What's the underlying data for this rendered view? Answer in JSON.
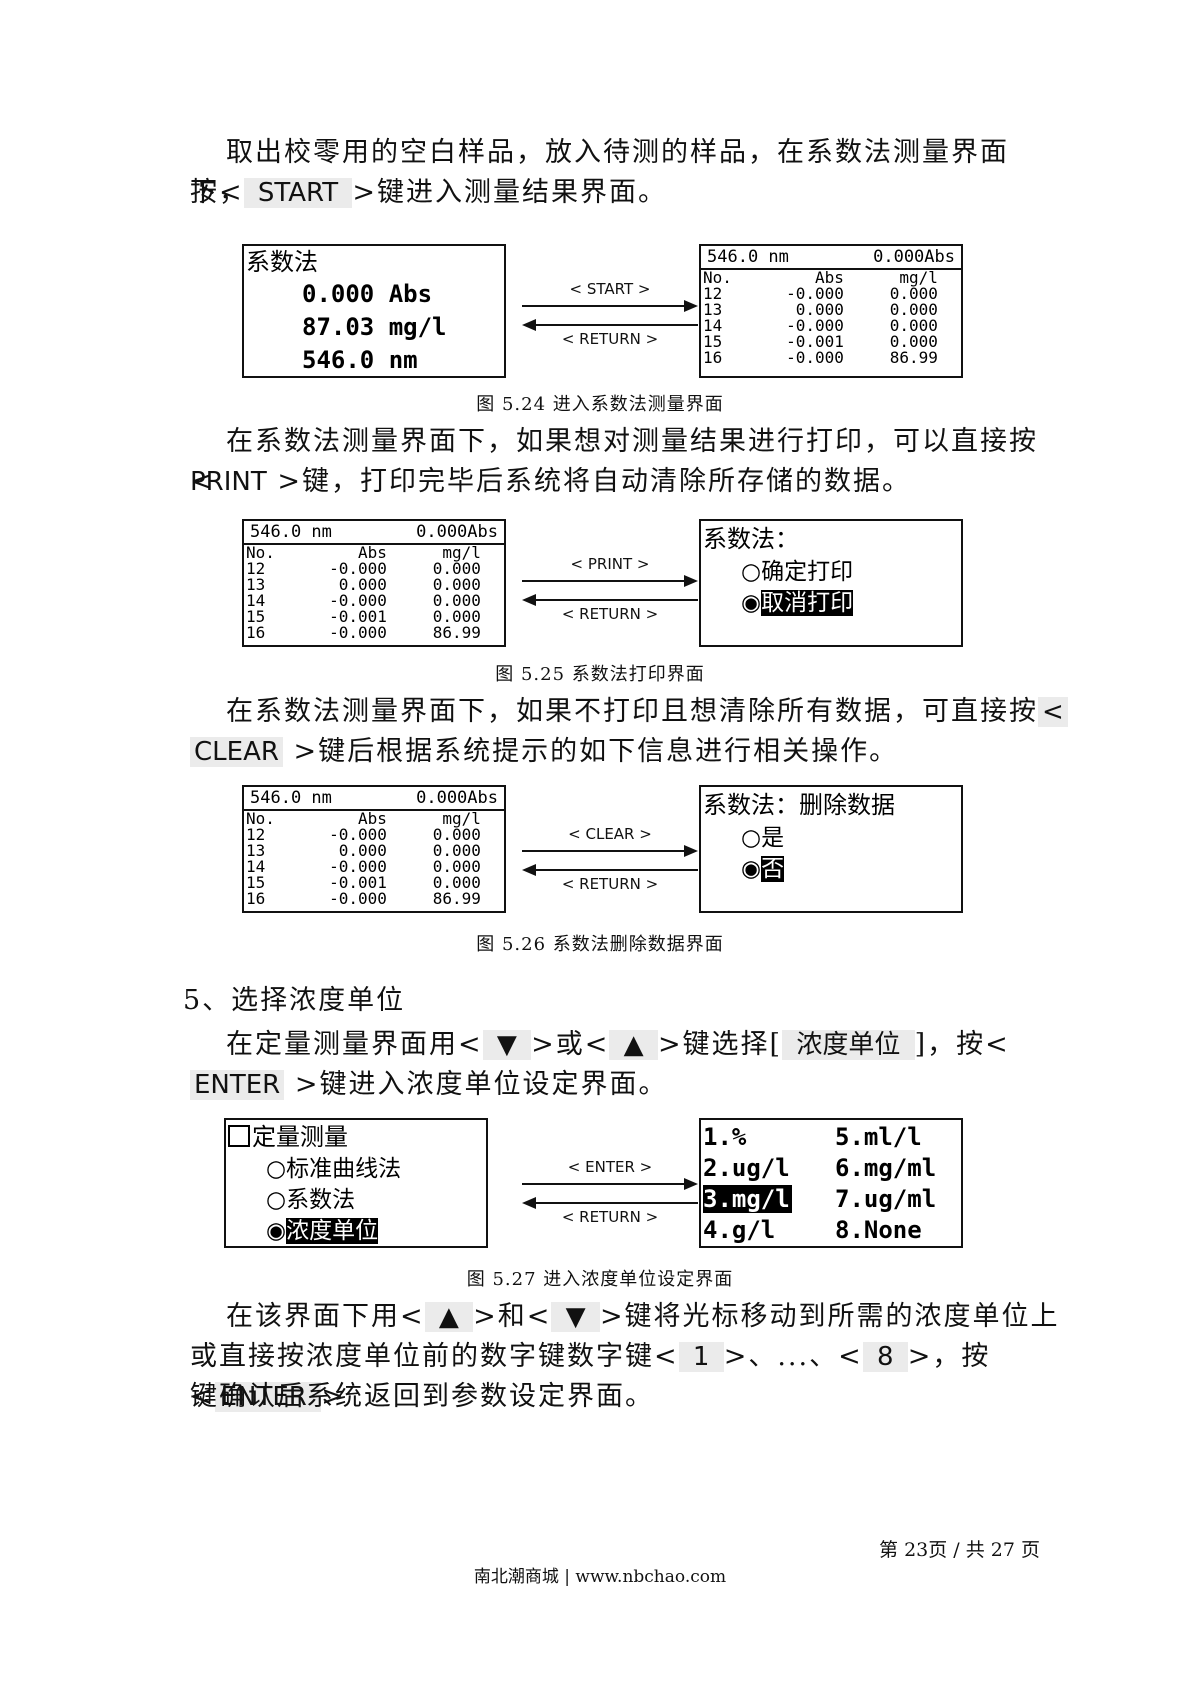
{
  "para1": {
    "line1": "取出校零用的空白样品，放入待测的样品，在系数法测量界面下，",
    "line2_pre": "按<",
    "line2_key": " START ",
    "line2_post": ">键进入测量结果界面。"
  },
  "fig24": {
    "left_title": "系数法",
    "left_abs": "0.000 Abs",
    "left_conc": "87.03 mg/l",
    "left_nm": "546.0 nm",
    "arrow_top": "< START >",
    "arrow_bottom": "< RETURN >",
    "caption": "图 5.24 进入系数法测量界面"
  },
  "result_table": {
    "header_left": "546.0 nm",
    "header_right": "0.000Abs",
    "col_no": "No.",
    "col_abs": "Abs",
    "col_unit": "mg/l",
    "rows": [
      {
        "no": "12",
        "abs": "-0.000",
        "val": "0.000"
      },
      {
        "no": "13",
        "abs": "0.000",
        "val": "0.000"
      },
      {
        "no": "14",
        "abs": "-0.000",
        "val": "0.000"
      },
      {
        "no": "15",
        "abs": "-0.001",
        "val": "0.000"
      },
      {
        "no": "16",
        "abs": "-0.000",
        "val": "86.99"
      }
    ]
  },
  "para2": {
    "line1": "在系数法测量界面下，如果想对测量结果进行打印，可以直接按<",
    "line2_key": "PRINT",
    "line2_post": " >键，打印完毕后系统将自动清除所存储的数据。"
  },
  "fig25": {
    "arrow_top": "< PRINT >",
    "arrow_bottom": "< RETURN >",
    "right_title": "系数法：",
    "opt1": "○确定打印",
    "opt2_mark": "◉",
    "opt2": "取消打印",
    "caption": "图 5.25 系数法打印界面"
  },
  "para3": {
    "line1_pre": "在系数法测量界面下，如果不打印且想清除所有数据，可直接按",
    "line1_key": "<",
    "line2_key": "CLEAR",
    "line2_post": " >键后根据系统提示的如下信息进行相关操作。"
  },
  "fig26": {
    "arrow_top": "< CLEAR >",
    "arrow_bottom": "< RETURN >",
    "right_title": "系数法：删除数据",
    "opt1": "○是",
    "opt2_mark": "◉",
    "opt2": "否",
    "caption": "图 5.26 系数法删除数据界面"
  },
  "section5": {
    "heading": "5、选择浓度单位",
    "line1_a": "在定量测量界面用<",
    "key_down": " ▼ ",
    "line1_b": ">或<",
    "key_up": " ▲ ",
    "line1_c": ">键选择[",
    "key_unit": " 浓度单位 ",
    "line1_d": "]，按<",
    "line2_key": "ENTER",
    "line2_post": " >键进入浓度单位设定界面。"
  },
  "fig27": {
    "left_title": "定量测量",
    "left_opt1": "○标准曲线法",
    "left_opt2": "○系数法",
    "left_opt3_mark": "◉",
    "left_opt3": "浓度单位",
    "arrow_top": "< ENTER >",
    "arrow_bottom": "< RETURN >",
    "units_left": [
      "1.%",
      "2.ug/l",
      "3.mg/l",
      "4.g/l"
    ],
    "units_right": [
      "5.ml/l",
      "6.mg/ml",
      "7.ug/ml",
      "8.None"
    ],
    "caption": "图 5.27 进入浓度单位设定界面"
  },
  "para4": {
    "line1_a": "在该界面下用<",
    "key_up": " ▲ ",
    "line1_b": ">和<",
    "key_down": " ▼ ",
    "line1_c": ">键将光标移动到所需的浓度单位上",
    "line2_a": "或直接按浓度单位前的数字键数字键<",
    "key_1": " 1 ",
    "line2_b": ">、...、<",
    "key_8": " 8 ",
    "line2_c": ">，按<",
    "key_enter": "ENTER ",
    "line2_d": ">",
    "line3": "键确认后系统返回到参数设定界面。"
  },
  "footer": {
    "page": "第 23页 / 共 27 页",
    "site": "南北潮商城 | www.nbchao.com"
  }
}
